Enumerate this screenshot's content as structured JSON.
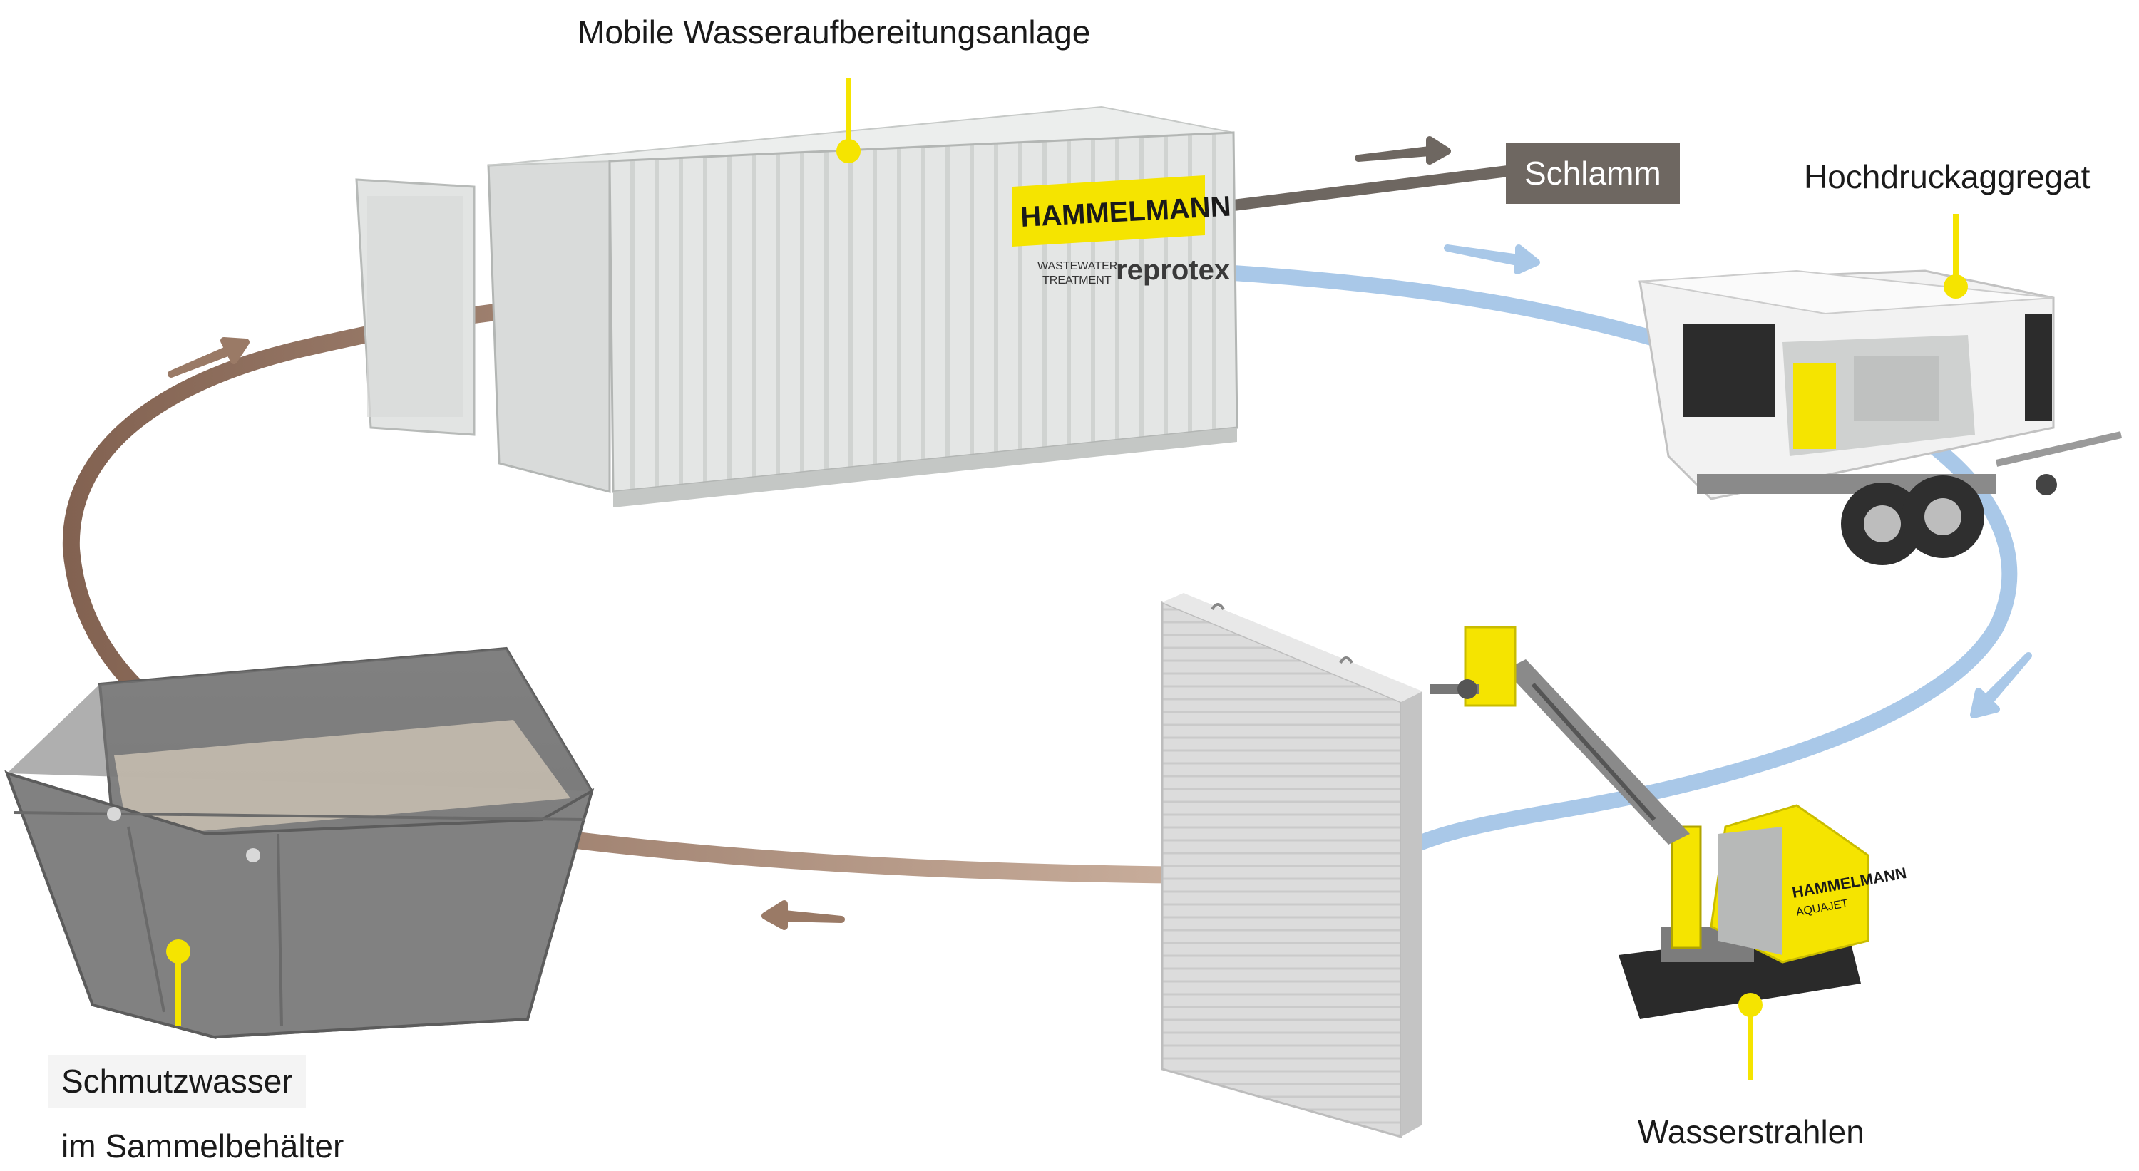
{
  "labels": {
    "container": "Mobile Wasseraufbereitungsanlage",
    "sludge": "Schlamm",
    "pump_unit": "Hochdruckaggregat",
    "dirty_water_line1": "Schmutzwasser",
    "dirty_water_line2": "im Sammelbehälter",
    "jetting": "Wasserstrahlen"
  },
  "branding": {
    "container_logo": "HAMMELMANN",
    "container_sub1": "WASTEWATER",
    "container_sub2": "TREATMENT",
    "container_partner": "reprotex",
    "robot_logo": "HAMMELMANN",
    "robot_model": "AQUAJET"
  },
  "colors": {
    "accent_yellow": "#f5e400",
    "clean_water_blue": "#a9c8e8",
    "dirty_water_brown": "#a07e68",
    "sludge_gray": "#6e6761"
  }
}
